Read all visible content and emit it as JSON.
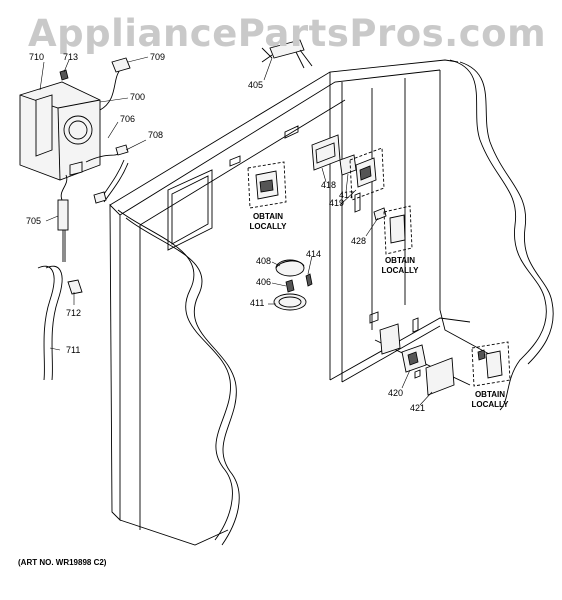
{
  "watermark": "AppliancePartsPros.com",
  "art_number": "(ART NO. WR19898 C2)",
  "obtain_locally": [
    "OBTAIN",
    "LOCALLY"
  ],
  "callouts": {
    "c710": "710",
    "c713": "713",
    "c709": "709",
    "c700": "700",
    "c706": "706",
    "c708": "708",
    "c705": "705",
    "c712": "712",
    "c711": "711",
    "c405": "405",
    "c418": "418",
    "c417": "417",
    "c419": "419",
    "c428": "428",
    "c408": "408",
    "c414": "414",
    "c406": "406",
    "c411": "411",
    "c420": "420",
    "c421": "421"
  }
}
